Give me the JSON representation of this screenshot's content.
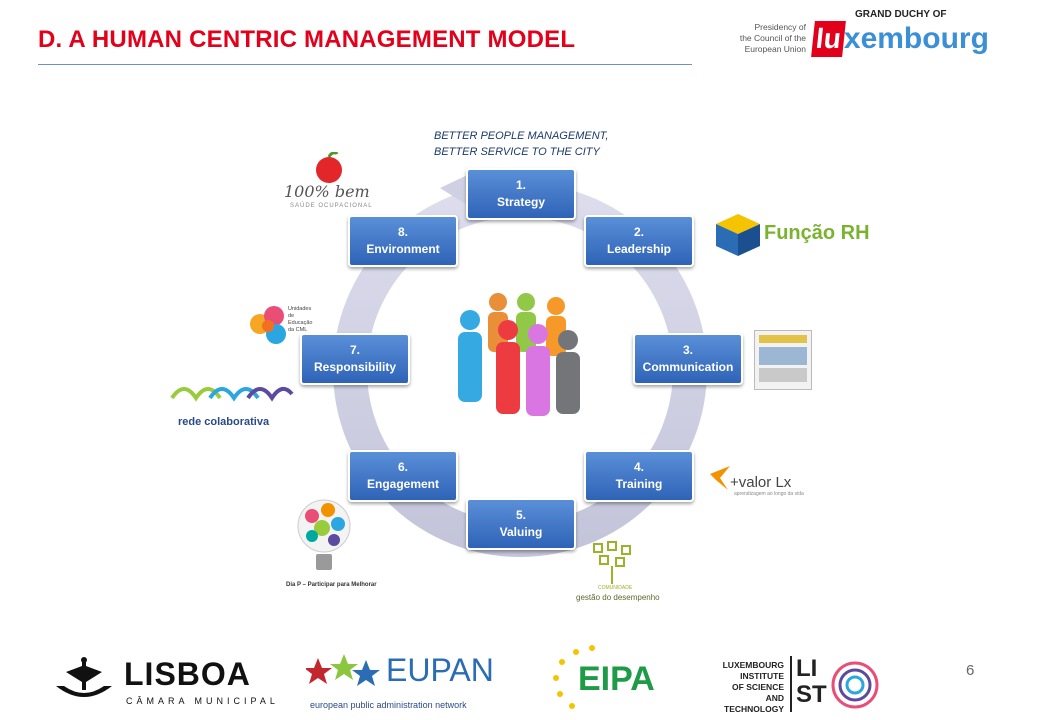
{
  "header": {
    "title": "D. A HUMAN CENTRIC MANAGEMENT MODEL",
    "presidency_line1": "Presidency of",
    "presidency_line2": "the Council of the",
    "presidency_line3": "European Union",
    "grand_duchy": "GRAND DUCHY OF",
    "lux_prefix": "lu",
    "lux_rest": "xembourg"
  },
  "diagram": {
    "tagline_line1": "BETTER PEOPLE MANAGEMENT,",
    "tagline_line2": "BETTER SERVICE TO THE CITY",
    "nodes": [
      {
        "num": "1.",
        "label": "Strategy"
      },
      {
        "num": "2.",
        "label": "Leadership"
      },
      {
        "num": "3.",
        "label": "Communication"
      },
      {
        "num": "4.",
        "label": "Training"
      },
      {
        "num": "5.",
        "label": "Valuing"
      },
      {
        "num": "6.",
        "label": "Engagement"
      },
      {
        "num": "7.",
        "label": "Responsibility"
      },
      {
        "num": "8.",
        "label": "Environment"
      }
    ]
  },
  "side_logos": {
    "bem_text": "100% bem",
    "bem_sub": "SAÚDE OCUPACIONAL",
    "funcao_rh": "Função RH",
    "uec_text_1": "Unidades",
    "uec_text_2": "de Educação",
    "uec_text_3": "da CML",
    "rede": "rede colaborativa",
    "valor": "+valor Lx",
    "valor_sub": "aprendizagem ao longo da vida",
    "gestao": "gestão do desempenho",
    "gestao_sub": "COMUNIDADE",
    "diap": "Dia P – Participar para Melhorar"
  },
  "footer": {
    "lisboa": "LISBOA",
    "camara": "CÂMARA MUNICIPAL",
    "eupan": "EUPAN",
    "eupan_sub": "european public administration network",
    "eipa": "EIPA",
    "list_1": "LUXEMBOURG",
    "list_2": "INSTITUTE",
    "list_3": "OF SCIENCE",
    "list_4": "AND TECHNOLOGY",
    "list_mark_1": "LI",
    "list_mark_2": "ST",
    "page_number": "6"
  },
  "colors": {
    "title_red": "#e3001b",
    "node_blue": "#2f63b7",
    "ring_grey": "#cfd0e4"
  }
}
